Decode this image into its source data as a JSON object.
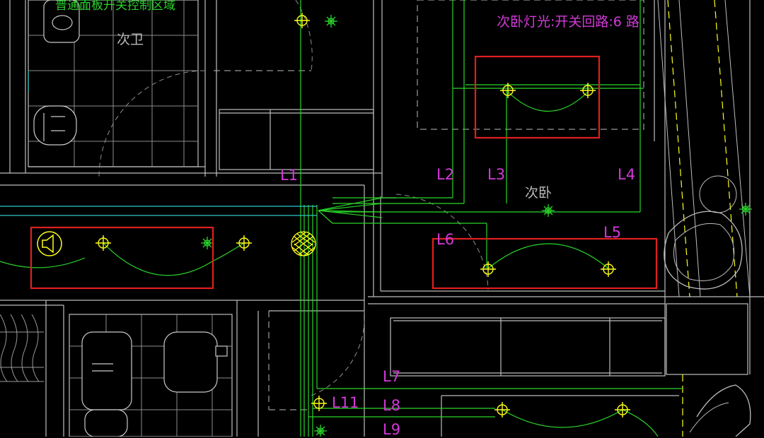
{
  "title_note": "次卧灯光:开关回路:6 路",
  "top_note": "普通面板开关控制区域",
  "rooms": {
    "bathroom": "次卫",
    "bedroom": "次卧"
  },
  "circuits": [
    "L1",
    "L2",
    "L3",
    "L4",
    "L5",
    "L6",
    "L7",
    "L8",
    "L9",
    "L11"
  ],
  "colors": {
    "background": "#000000",
    "highlight_box": "#e11f1f",
    "wire": "#29d529",
    "wall": "#bdbdbd",
    "fixture": "#ffff1a",
    "label": "#d23ad8",
    "cyan_line": "#2fc8c8"
  },
  "icons": [
    "ceiling-light-icon",
    "downlight-icon",
    "speaker-icon",
    "chandelier-icon",
    "cable-home-run-icon"
  ]
}
